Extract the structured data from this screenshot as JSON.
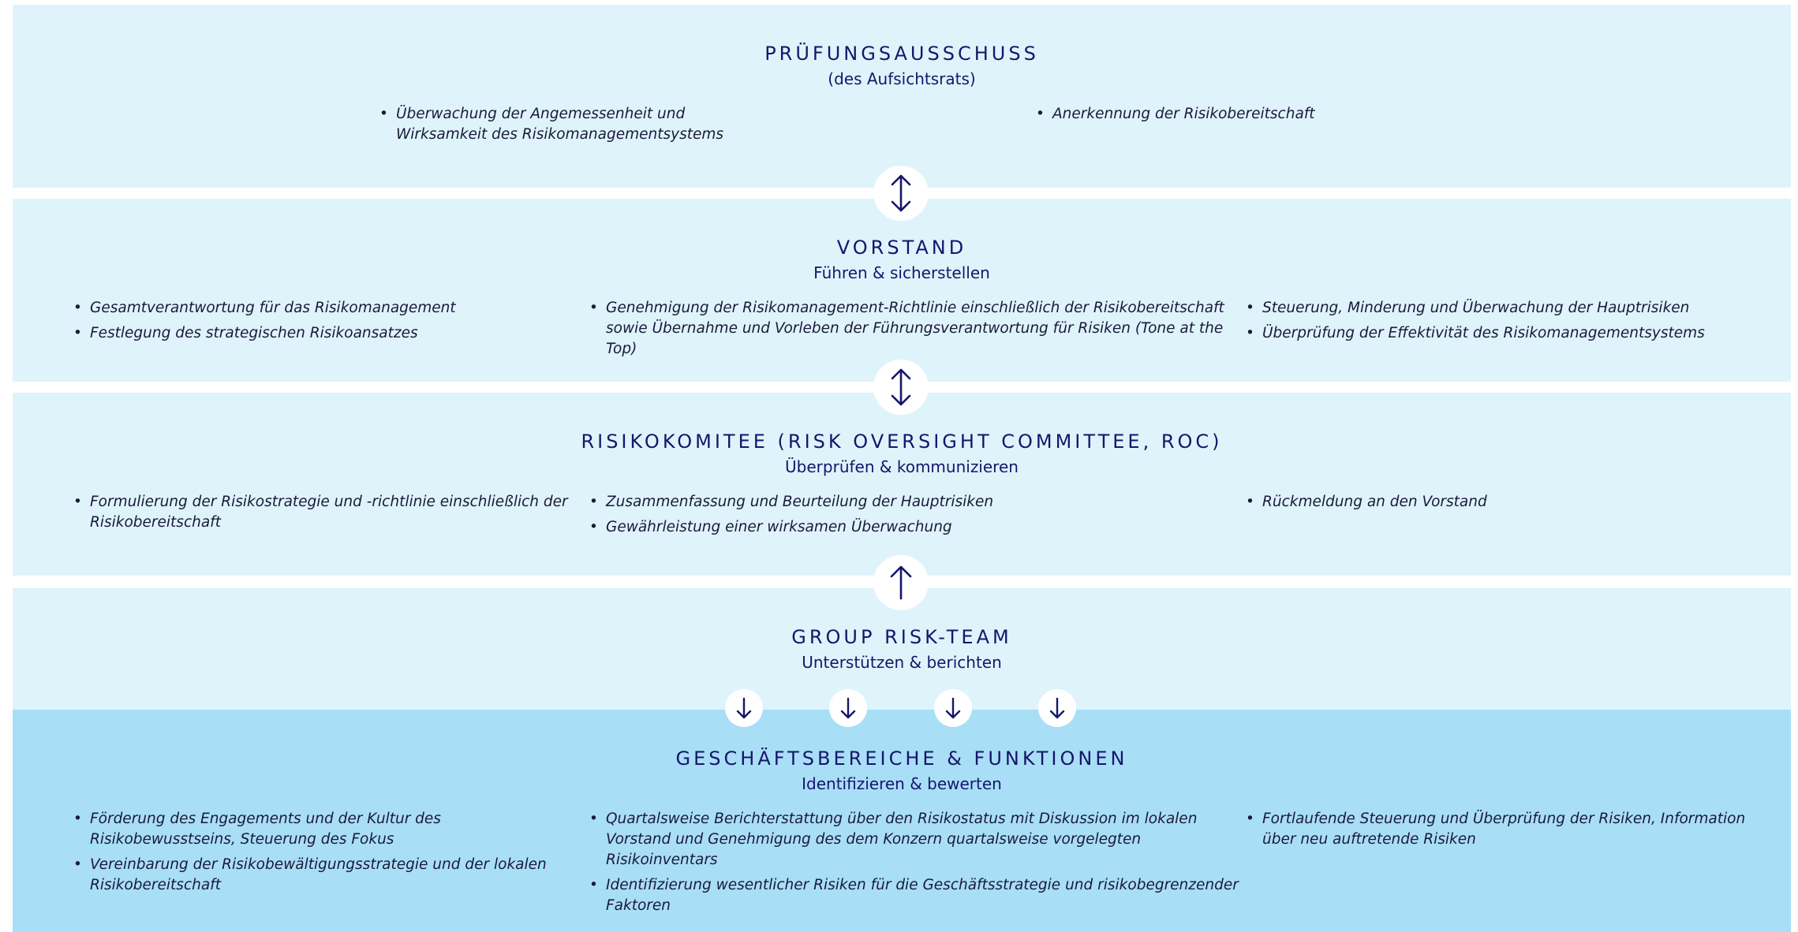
{
  "audit_committee": {
    "title": "PRÜFUNGSAUSSCHUSS",
    "subtitle": "(des Aufsichtsrats)",
    "col1": [
      "Überwachung der Angemessenheit und Wirksamkeit des Risikomanagementsystems"
    ],
    "col2": [
      "Anerkennung der Risikobereitschaft"
    ]
  },
  "board": {
    "title": "VORSTAND",
    "subtitle": "Führen & sicherstellen",
    "col1": [
      "Gesamtverantwortung für das Risikomanagement",
      "Festlegung des strategischen Risikoansatzes"
    ],
    "col2": [
      "Genehmigung der Risikomanagement-Richtlinie einschließlich der Risikobereitschaft sowie Übernahme und Vorleben der Führungsverantwortung für Risiken (Tone at the Top)"
    ],
    "col3": [
      "Steuerung, Minderung und Überwachung der Hauptrisiken",
      "Überprüfung der Effektivität des Risikomanagementsystems"
    ]
  },
  "roc": {
    "title": "RISIKOKOMITEE (RISK OVERSIGHT COMMITTEE, ROC)",
    "subtitle": "Überprüfen & kommunizieren",
    "col1": [
      "Formulierung der Risikostrategie und -richtlinie einschließlich der Risikobereitschaft"
    ],
    "col2": [
      "Zusammenfassung und Beurteilung der Hauptrisiken",
      "Gewährleistung einer wirksamen Überwachung"
    ],
    "col3": [
      "Rückmeldung an den Vorstand"
    ]
  },
  "group_risk_team": {
    "title": "GROUP RISK-TEAM",
    "subtitle": "Unterstützen & berichten"
  },
  "business_units": {
    "title": "GESCHÄFTSBEREICHE & FUNKTIONEN",
    "subtitle": "Identifizieren & bewerten",
    "col1": [
      "Förderung des Engagements und der Kultur des Risikobewusstseins, Steuerung des Fokus",
      "Vereinbarung der Risikobewältigungsstrategie und der lokalen Risikobereitschaft"
    ],
    "col2": [
      "Quartalsweise Berichterstattung über den Risikostatus mit Diskussion im lokalen Vorstand und Genehmigung des dem Konzern quartalsweise vorgelegten Risikoinventars",
      "Identifizierung wesentlicher Risiken für die Geschäftsstrategie und risikobegrenzender Faktoren"
    ],
    "col3": [
      "Fortlaufende Steuerung und Überprüfung der Risiken, Information über neu auftretende Risiken"
    ]
  },
  "connectors": {
    "between_1_2": "double-arrow-icon",
    "between_2_3": "double-arrow-icon",
    "between_3_4": "up-arrow-icon",
    "between_4_5": "down-arrow-icon"
  },
  "colors": {
    "panel_light": "#dff3fb",
    "panel_dark": "#a9def7",
    "text_navy": "#15166b"
  }
}
